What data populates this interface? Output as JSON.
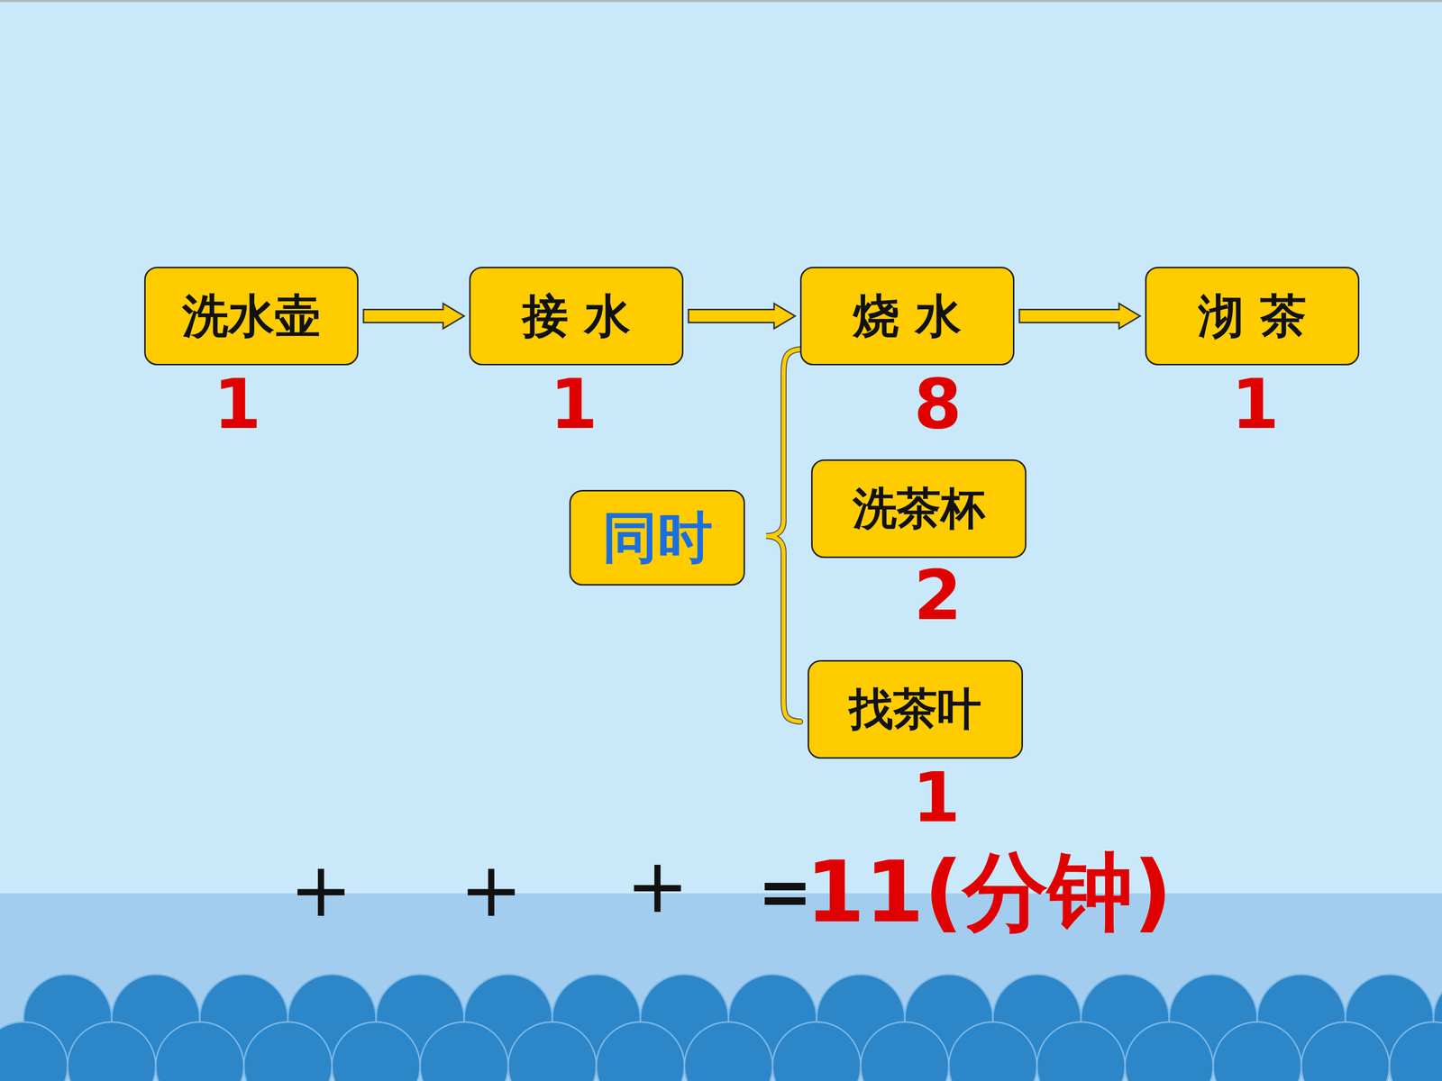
{
  "diagram": {
    "nodes": [
      {
        "text": [
          "洗水壶"
        ]
      },
      {
        "text": [
          "接 水"
        ]
      },
      {
        "text": [
          "烧 水"
        ]
      },
      {
        "text": [
          "沏 茶"
        ]
      },
      {
        "text": [
          "同时"
        ]
      },
      {
        "text": [
          "洗茶杯"
        ]
      },
      {
        "text": [
          "找茶叶"
        ]
      }
    ],
    "edges": [
      {
        "from": 0,
        "to": 1,
        "arrow": "to"
      },
      {
        "from": 1,
        "to": 2,
        "arrow": "to"
      },
      {
        "from": 2,
        "to": 3,
        "arrow": "to"
      }
    ],
    "labels": [
      "1",
      "1",
      "8",
      "1",
      "2",
      "1",
      "+",
      "+",
      "+",
      "=",
      "11(分钟)"
    ]
  }
}
